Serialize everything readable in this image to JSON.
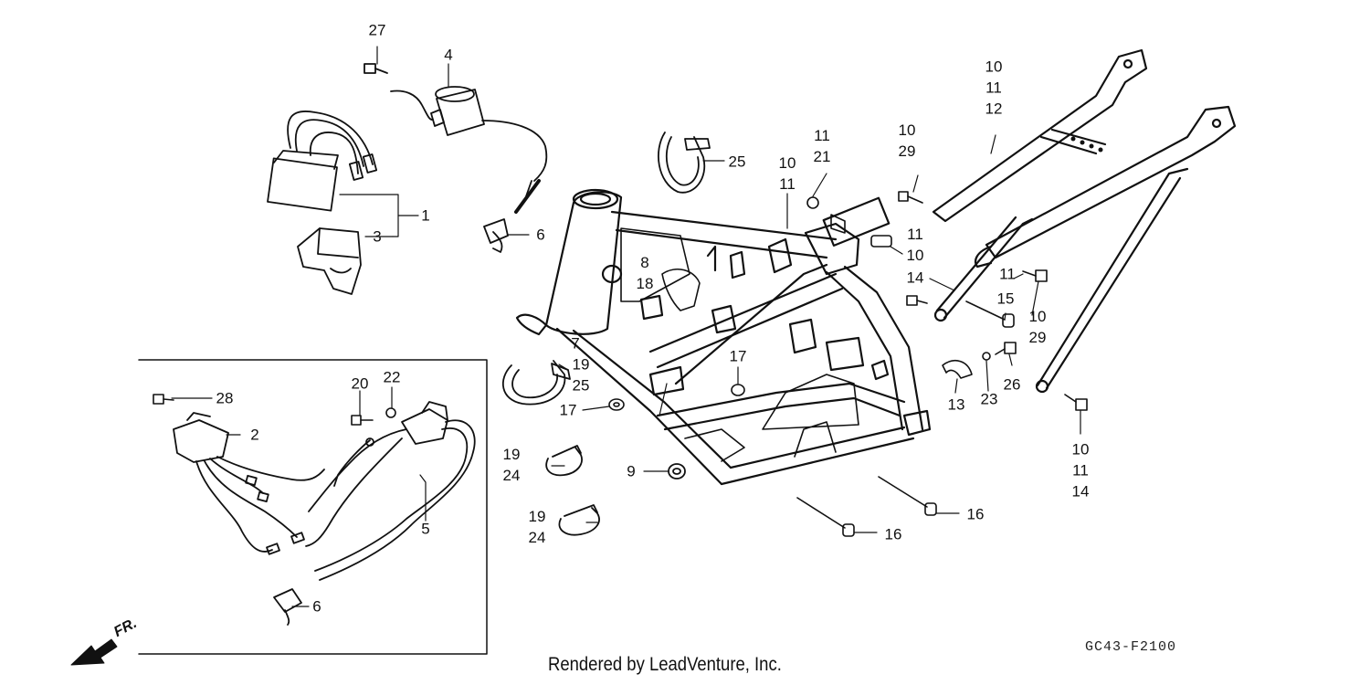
{
  "footer": {
    "rendered_by": "Rendered by LeadVenture, Inc."
  },
  "diagram_code": "GC43-F2100",
  "direction_label": "FR.",
  "callouts": [
    {
      "id": "c27",
      "lines": [
        "27"
      ]
    },
    {
      "id": "c4",
      "lines": [
        "4"
      ]
    },
    {
      "id": "c1",
      "lines": [
        "1"
      ]
    },
    {
      "id": "c3",
      "lines": [
        "3"
      ]
    },
    {
      "id": "c6a",
      "lines": [
        "6"
      ]
    },
    {
      "id": "c25a",
      "lines": [
        "25"
      ]
    },
    {
      "id": "c10-11a",
      "lines": [
        "10",
        "11"
      ]
    },
    {
      "id": "c11-21",
      "lines": [
        "11",
        "21"
      ]
    },
    {
      "id": "c10-29a",
      "lines": [
        "10",
        "29"
      ]
    },
    {
      "id": "c10-11-12",
      "lines": [
        "10",
        "11",
        "12"
      ]
    },
    {
      "id": "c8-18",
      "lines": [
        "8",
        "18"
      ]
    },
    {
      "id": "c11-10",
      "lines": [
        "11",
        "10"
      ]
    },
    {
      "id": "c14",
      "lines": [
        "14"
      ]
    },
    {
      "id": "c15",
      "lines": [
        "15"
      ]
    },
    {
      "id": "c11",
      "lines": [
        "11"
      ]
    },
    {
      "id": "c10-29b",
      "lines": [
        "10",
        "29"
      ]
    },
    {
      "id": "c7-19-25",
      "lines": [
        "7",
        "19",
        "25"
      ]
    },
    {
      "id": "c17a",
      "lines": [
        "17"
      ]
    },
    {
      "id": "c17b",
      "lines": [
        "17"
      ]
    },
    {
      "id": "c13",
      "lines": [
        "13"
      ]
    },
    {
      "id": "c23",
      "lines": [
        "23"
      ]
    },
    {
      "id": "c26",
      "lines": [
        "26"
      ]
    },
    {
      "id": "c10-11-14",
      "lines": [
        "10",
        "11",
        "14"
      ]
    },
    {
      "id": "c28",
      "lines": [
        "28"
      ]
    },
    {
      "id": "c20",
      "lines": [
        "20"
      ]
    },
    {
      "id": "c22",
      "lines": [
        "22"
      ]
    },
    {
      "id": "c2",
      "lines": [
        "2"
      ]
    },
    {
      "id": "c5",
      "lines": [
        "5"
      ]
    },
    {
      "id": "c6b",
      "lines": [
        "6"
      ]
    },
    {
      "id": "c19-24a",
      "lines": [
        "19",
        "24"
      ]
    },
    {
      "id": "c9",
      "lines": [
        "9"
      ]
    },
    {
      "id": "c19-24b",
      "lines": [
        "19",
        "24"
      ]
    },
    {
      "id": "c16a",
      "lines": [
        "16"
      ]
    },
    {
      "id": "c16b",
      "lines": [
        "16"
      ]
    }
  ]
}
